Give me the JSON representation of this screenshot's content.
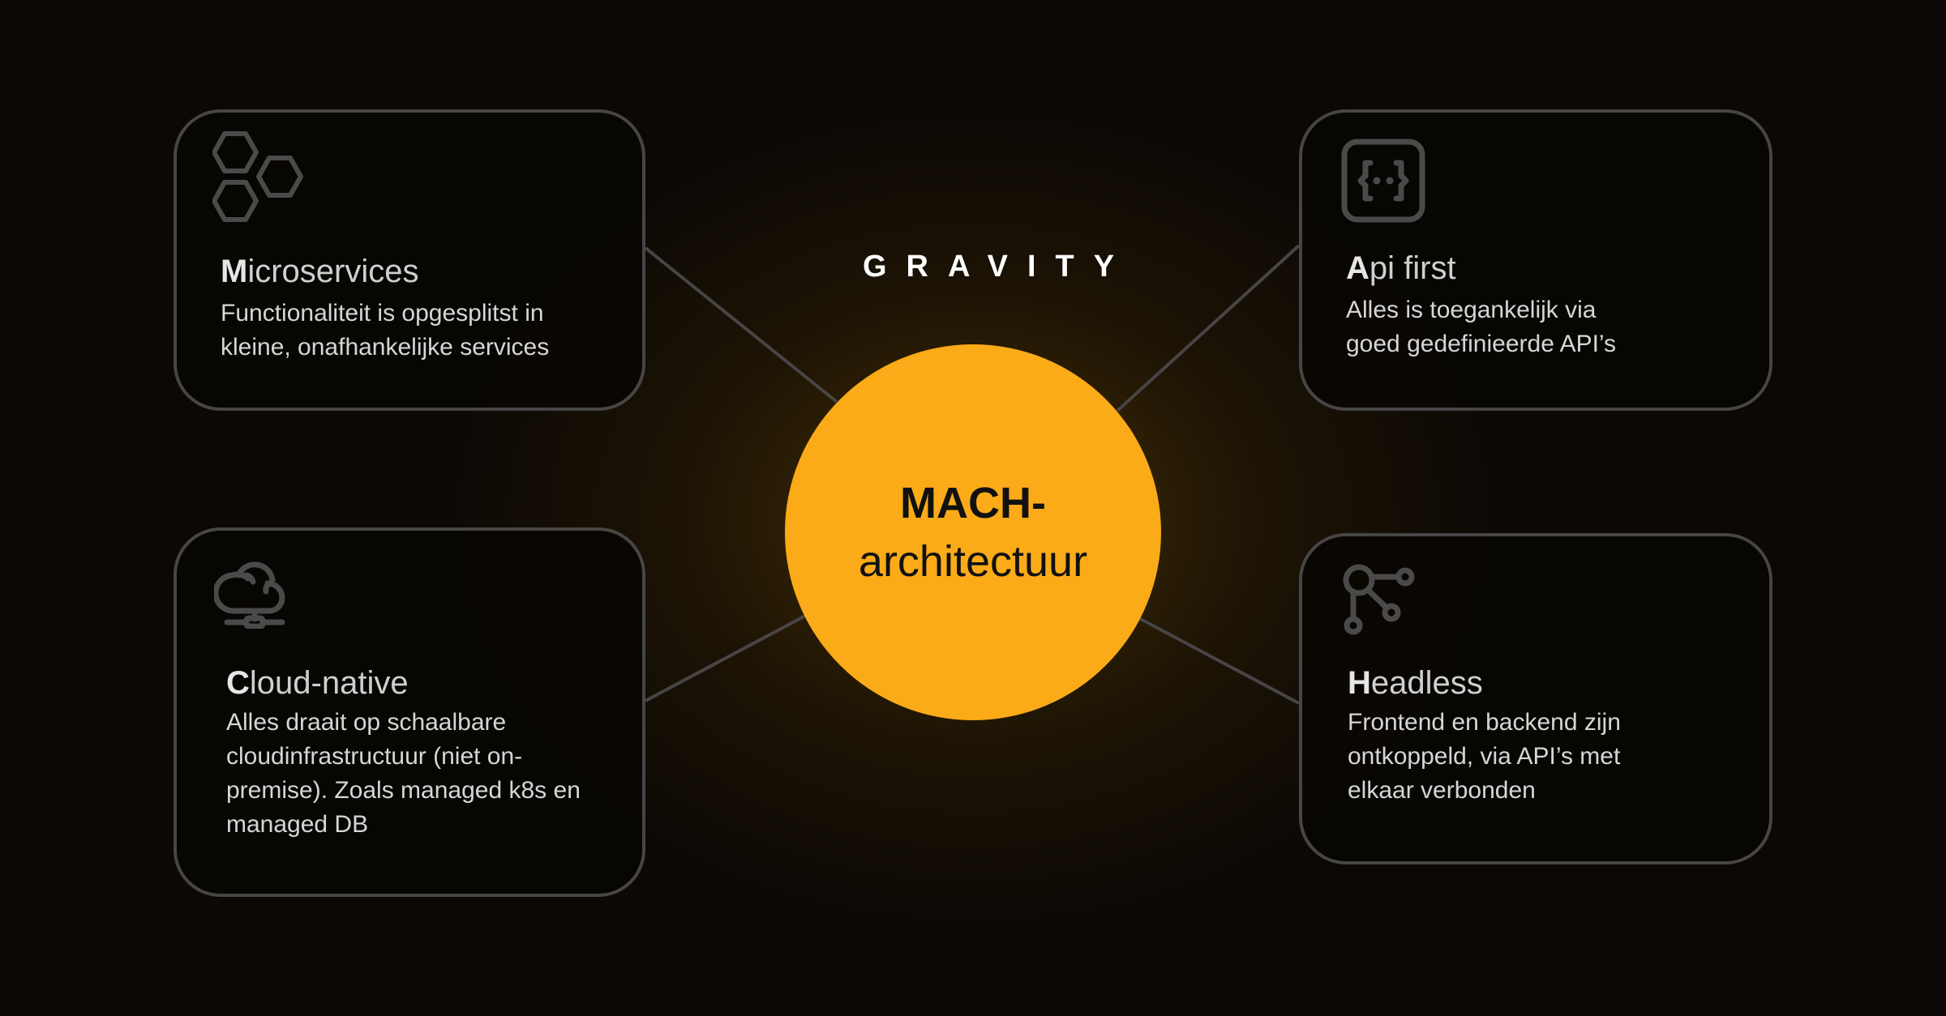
{
  "logo": "GRAVITY",
  "center": {
    "line1": "MACH-",
    "line2": "architectuur"
  },
  "cards": [
    {
      "icon": "hexagons-icon",
      "title_initial": "M",
      "title_rest": "icroservices",
      "body": [
        "Functionaliteit is opgesplitst in",
        "kleine, onafhankelijke services"
      ]
    },
    {
      "icon": "api-braces-icon",
      "title_initial": "A",
      "title_rest": "pi first",
      "body": [
        "Alles is toegankelijk via",
        "goed gedefinieerde API’s"
      ]
    },
    {
      "icon": "cloud-network-icon",
      "title_initial": "C",
      "title_rest": "loud-native",
      "body": [
        "Alles draait op schaalbare",
        "cloudinfrastructuur (niet on-",
        "premise). Zoals managed k8s en",
        "managed DB"
      ]
    },
    {
      "icon": "nodes-icon",
      "title_initial": "H",
      "title_rest": "eadless",
      "body": [
        "Frontend en backend zijn",
        "ontkoppeld, via API’s met",
        "elkaar verbonden"
      ]
    }
  ],
  "colors": {
    "accent": "#fbab17",
    "border": "#474545",
    "icon": "#4a4a4a",
    "background": "#0b0805"
  }
}
